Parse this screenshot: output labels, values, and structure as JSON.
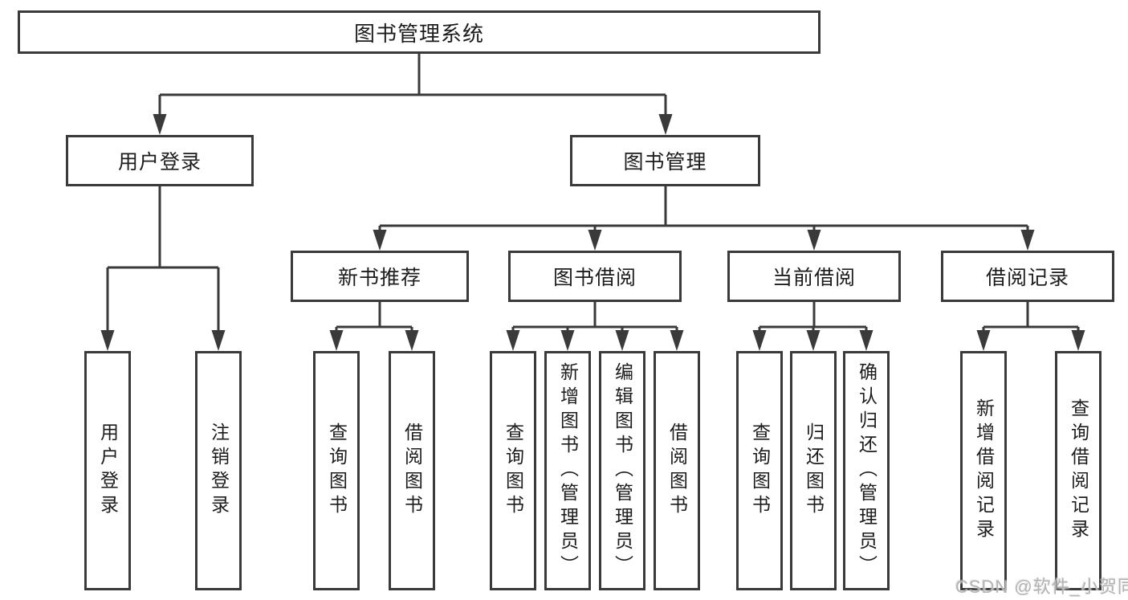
{
  "colors": {
    "line": "#3a3a3a",
    "box_border": "#3a3a3a",
    "box_text": "#1c1c1c",
    "watermark_text": "#b3b3b3",
    "background": "#ffffff"
  },
  "tree": {
    "root": {
      "label": "图书管理系统",
      "children": [
        {
          "label": "用户登录",
          "children": [
            {
              "label": "用户登录"
            },
            {
              "label": "注销登录"
            }
          ]
        },
        {
          "label": "图书管理",
          "children": [
            {
              "label": "新书推荐",
              "children": [
                {
                  "label": "查询图书"
                },
                {
                  "label": "借阅图书"
                }
              ]
            },
            {
              "label": "图书借阅",
              "children": [
                {
                  "label": "查询图书"
                },
                {
                  "label": "新增图书（管理员）"
                },
                {
                  "label": "编辑图书（管理员）"
                },
                {
                  "label": "借阅图书"
                }
              ]
            },
            {
              "label": "当前借阅",
              "children": [
                {
                  "label": "查询图书"
                },
                {
                  "label": "归还图书"
                },
                {
                  "label": "确认归还（管理员）"
                }
              ]
            },
            {
              "label": "借阅记录",
              "children": [
                {
                  "label": "新增借阅记录"
                },
                {
                  "label": "查询借阅记录"
                }
              ]
            }
          ]
        }
      ]
    }
  },
  "watermark": {
    "text": "CSDN @软件_小贺同学"
  }
}
